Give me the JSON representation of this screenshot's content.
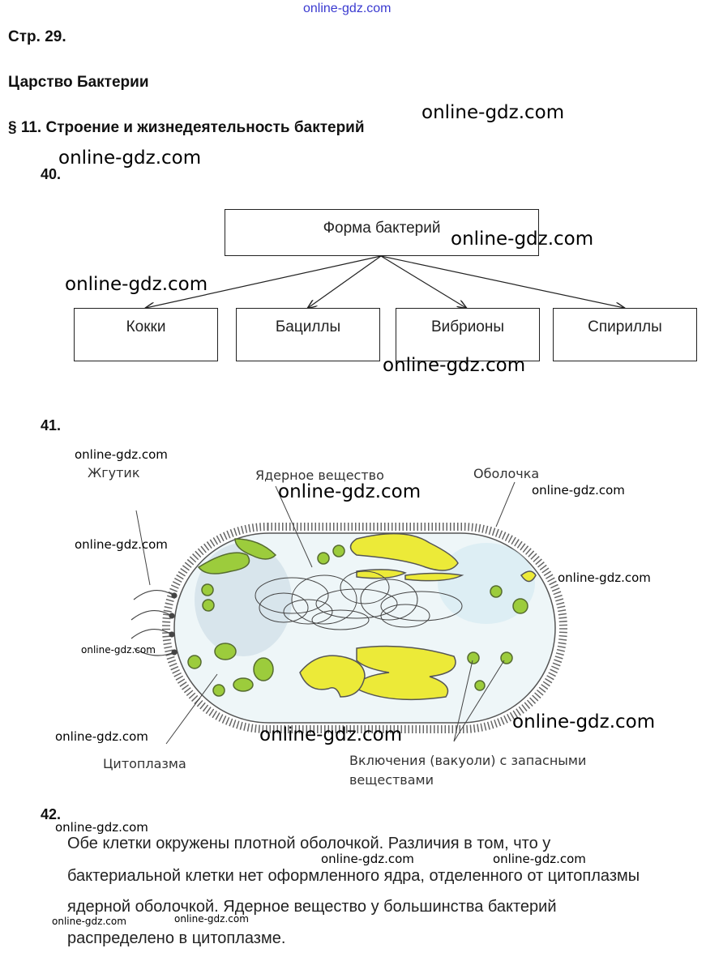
{
  "header": {
    "top_watermark": "online-gdz.com",
    "page": "Стр. 29.",
    "chapter": "Царство Бактерии",
    "section": "§ 11. Строение и жизнедеятельность бактерий"
  },
  "task40": {
    "number": "40.",
    "root": "Форма бактерий",
    "children": [
      "Кокки",
      "Бациллы",
      "Вибрионы",
      "Спириллы"
    ]
  },
  "task41": {
    "number": "41.",
    "labels": {
      "flagellum": "Жгутик",
      "nuclear": "Ядерное вещество",
      "membrane": "Оболочка",
      "cytoplasm": "Цитоплазма",
      "inclusions_1": "Включения (вакуоли) с запасными",
      "inclusions_2": "веществами"
    }
  },
  "task42": {
    "number": "42.",
    "lines": [
      "Обе клетки окружены плотной оболочкой. Различия в том, что у",
      "бактериальной клетки нет оформленного ядра, отделенного от цитоплазмы",
      "ядерной оболочкой. Ядерное вещество у большинства бактерий",
      "распределено в цитоплазме."
    ]
  },
  "watermark": "online-gdz.com"
}
